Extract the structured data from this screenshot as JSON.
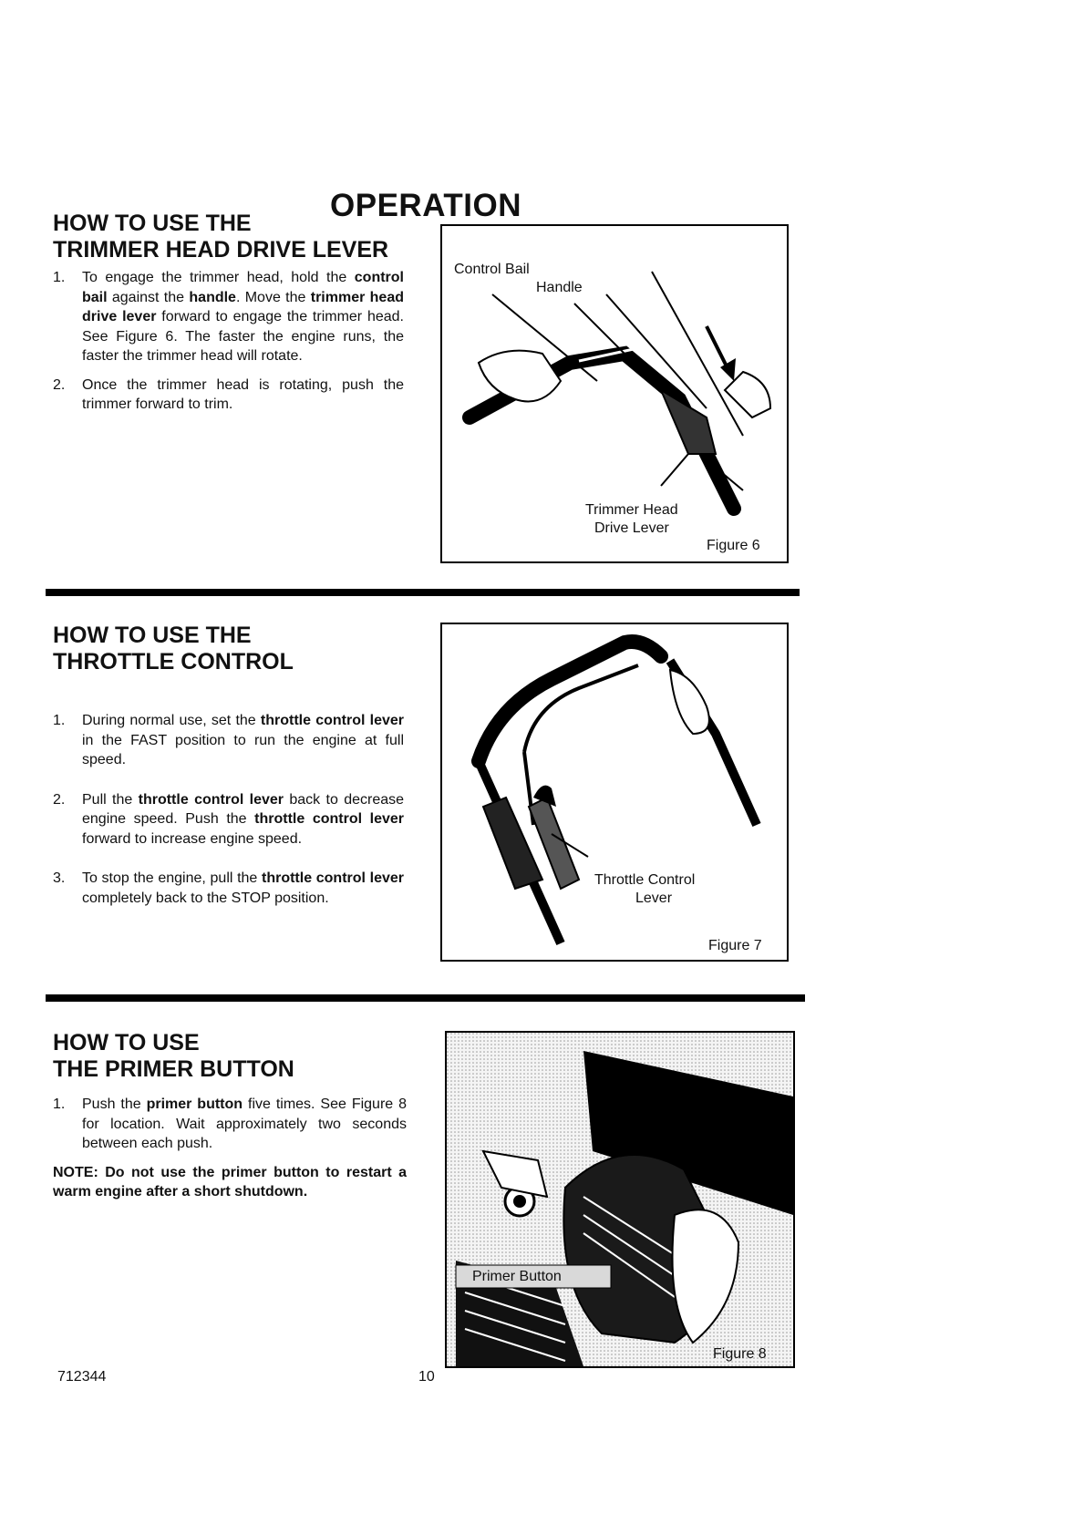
{
  "page_title": "OPERATION",
  "sections": [
    {
      "heading_line1": "HOW TO USE THE",
      "heading_line2": "TRIMMER HEAD DRIVE LEVER",
      "items": [
        {
          "num": "1.",
          "parts": [
            "To engage the trimmer head, hold the ",
            "control bail",
            " against the ",
            "handle",
            ". Move the ",
            "trimmer head drive lever",
            " forward to engage the trimmer head. See Figure 6. The faster the engine runs, the faster the trimmer head will rotate."
          ]
        },
        {
          "num": "2.",
          "parts": [
            "Once the trimmer head is rotating, push the trimmer forward to trim."
          ]
        }
      ],
      "figure": {
        "caption": "Figure 6",
        "labels": {
          "control_bail": "Control Bail",
          "handle": "Handle",
          "drive_lever_1": "Trimmer Head",
          "drive_lever_2": "Drive Lever"
        }
      }
    },
    {
      "heading_line1": "HOW TO USE THE",
      "heading_line2": "THROTTLE CONTROL",
      "items": [
        {
          "num": "1.",
          "parts": [
            "During normal use, set the ",
            "throttle control lever",
            " in the FAST position to run the engine at full speed."
          ]
        },
        {
          "num": "2.",
          "parts": [
            "Pull the ",
            "throttle control lever",
            " back to decrease engine speed. Push the ",
            "throttle control lever",
            " forward to increase engine speed."
          ]
        },
        {
          "num": "3.",
          "parts": [
            "To stop the engine, pull the ",
            "throttle control lever",
            " completely back to the STOP position."
          ]
        }
      ],
      "figure": {
        "caption": "Figure 7",
        "labels": {
          "throttle_1": "Throttle Control",
          "throttle_2": "Lever"
        }
      }
    },
    {
      "heading_line1": "HOW TO USE",
      "heading_line2": "THE PRIMER BUTTON",
      "items": [
        {
          "num": "1.",
          "parts": [
            "Push the ",
            "primer button",
            " five times. See Figure 8 for location. Wait approximately two seconds between each push."
          ]
        }
      ],
      "note": "NOTE: Do not use the primer button to restart a warm engine after a short shutdown.",
      "figure": {
        "caption": "Figure 8",
        "labels": {
          "primer": "Primer Button"
        }
      }
    }
  ],
  "footer": {
    "doc_number": "712344",
    "page_number": "10"
  }
}
